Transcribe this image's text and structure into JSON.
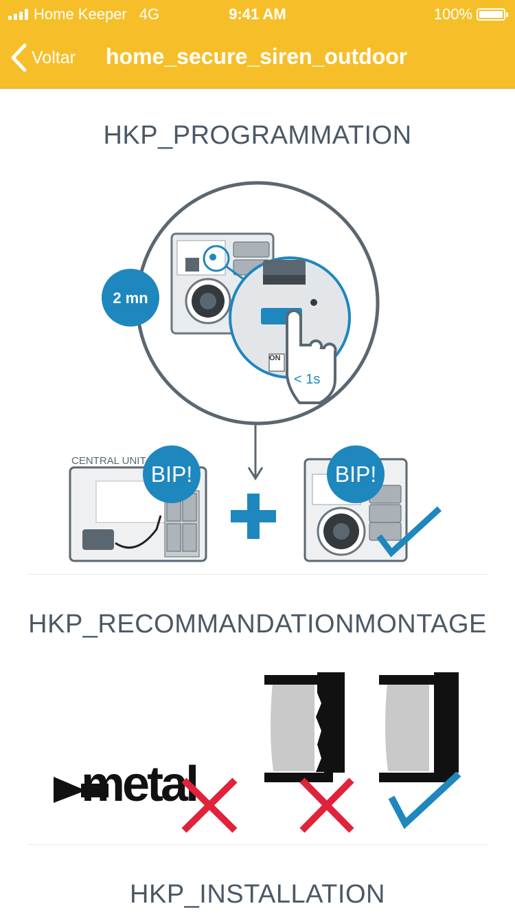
{
  "status_bar": {
    "carrier": "Home Keeper",
    "network": "4G",
    "time": "9:41 AM",
    "battery": "100%"
  },
  "nav": {
    "back_label": "Voltar",
    "title": "home_secure_siren_outdoor"
  },
  "sections": [
    {
      "title": "HKP_PROGRAMMATION",
      "labels": {
        "duration": "2 mn",
        "press_time": "< 1s",
        "on_label": "ON",
        "central_unit": "CENTRAL UNIT",
        "bip_left": "BIP!",
        "bip_right": "BIP!"
      }
    },
    {
      "title": "HKP_RECOMMANDATIONMONTAGE",
      "labels": {
        "metal": "metal"
      }
    },
    {
      "title": "HKP_INSTALLATION"
    }
  ],
  "colors": {
    "accent": "#f6bf2a",
    "blue": "#1e87bd",
    "red": "#e0233a",
    "text": "#4a5866"
  }
}
